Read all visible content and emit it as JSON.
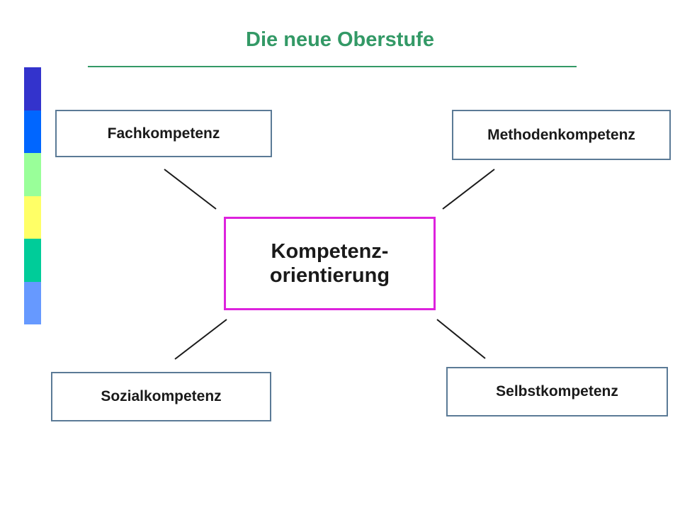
{
  "title": "Die neue Oberstufe",
  "colors": {
    "title": "#339966",
    "center_border": "#dd22dd",
    "box_border": "#5b7a96",
    "bar_segments": [
      "#3333cc",
      "#0066ff",
      "#99ff99",
      "#ffff66",
      "#00cc99",
      "#6699ff"
    ]
  },
  "center": {
    "line1": "Kompetenz-",
    "line2": "orientierung"
  },
  "boxes": {
    "fach": "Fachkompetenz",
    "methoden": "Methodenkompetenz",
    "sozial": "Sozialkompetenz",
    "selbst": "Selbstkompetenz"
  }
}
